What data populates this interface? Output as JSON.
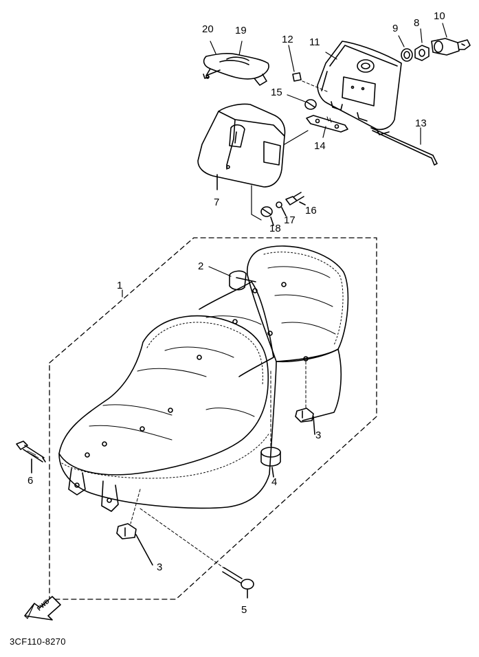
{
  "labels": {
    "l1": "1",
    "l2": "2",
    "l3a": "3",
    "l3b": "3",
    "l4": "4",
    "l5": "5",
    "l6": "6",
    "l7": "7",
    "l8": "8",
    "l9": "9",
    "l10": "10",
    "l11": "11",
    "l12": "12",
    "l13": "13",
    "l14": "14",
    "l15": "15",
    "l16": "16",
    "l17": "17",
    "l18": "18",
    "l19": "19",
    "l20": "20"
  },
  "fwd_label": "FWD",
  "caption": "3CF110-8270"
}
